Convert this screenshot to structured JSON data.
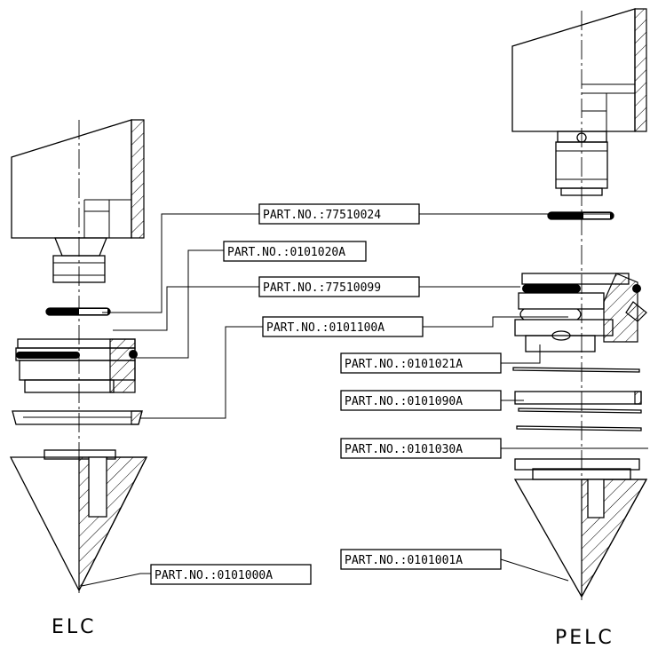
{
  "title_left": "ELC",
  "title_right": "PELC",
  "callouts": [
    "PART.NO.:77510024",
    "PART.NO.:0101020A",
    "PART.NO.:77510099",
    "PART.NO.:0101100A",
    "PART.NO.:0101021A",
    "PART.NO.:0101090A",
    "PART.NO.:0101030A",
    "PART.NO.:0101001A",
    "PART.NO.:0101000A"
  ]
}
